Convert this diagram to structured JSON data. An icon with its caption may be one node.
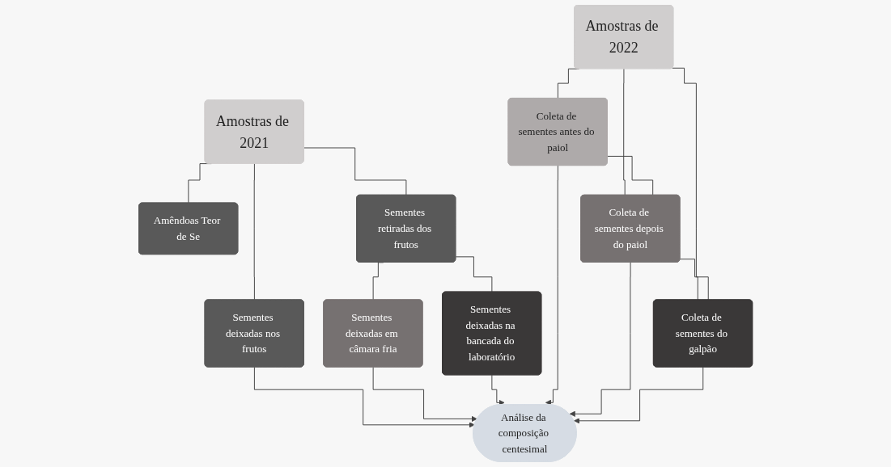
{
  "diagram": {
    "nodes": [
      {
        "text": [
          "Amostras de 2021"
        ]
      },
      {
        "text": [
          "Amêndoas Teor de Se"
        ]
      },
      {
        "text": [
          "Sementes deixadas nos frutos"
        ]
      },
      {
        "text": [
          "Sementes retiradas dos frutos"
        ]
      },
      {
        "text": [
          "Sementes deixadas em câmara fria"
        ]
      },
      {
        "text": [
          "Sementes deixadas na bancada do laboratório"
        ]
      },
      {
        "text": [
          "Amostras de 2022"
        ]
      },
      {
        "text": [
          "Coleta de sementes antes do paiol"
        ]
      },
      {
        "text": [
          "Coleta de sementes depois do paiol"
        ]
      },
      {
        "text": [
          "Coleta de sementes do galpão"
        ]
      },
      {
        "text": [
          "Análise da composição centesimal"
        ]
      }
    ],
    "edges": [
      {
        "from": 0,
        "to": 1,
        "arrow": "none"
      },
      {
        "from": 0,
        "to": 2,
        "arrow": "none"
      },
      {
        "from": 0,
        "to": 3,
        "arrow": "none"
      },
      {
        "from": 3,
        "to": 4,
        "arrow": "none"
      },
      {
        "from": 3,
        "to": 5,
        "arrow": "none"
      },
      {
        "from": 6,
        "to": 7,
        "arrow": "none"
      },
      {
        "from": 6,
        "to": 8,
        "arrow": "none"
      },
      {
        "from": 6,
        "to": 9,
        "arrow": "none"
      },
      {
        "from": 7,
        "to": 8,
        "arrow": "none"
      },
      {
        "from": 8,
        "to": 9,
        "arrow": "none"
      },
      {
        "from": 2,
        "to": 10,
        "arrow": "to"
      },
      {
        "from": 4,
        "to": 10,
        "arrow": "to"
      },
      {
        "from": 5,
        "to": 10,
        "arrow": "to"
      },
      {
        "from": 7,
        "to": 10,
        "arrow": "to"
      },
      {
        "from": 8,
        "to": 10,
        "arrow": "to"
      },
      {
        "from": 9,
        "to": 10,
        "arrow": "to"
      }
    ]
  }
}
